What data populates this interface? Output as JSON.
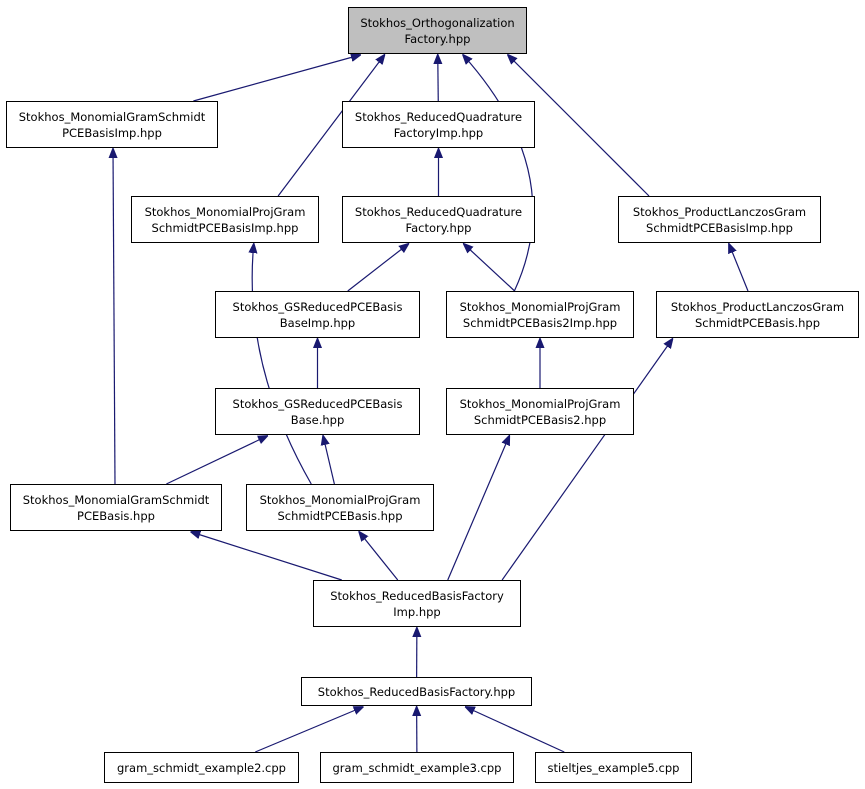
{
  "colors": {
    "edge": "#191970",
    "root_fill": "#bfbfbf",
    "node_fill": "#ffffff",
    "node_border": "#000000"
  },
  "nodes": {
    "ortho": {
      "line1": "Stokhos_Orthogonalization",
      "line2": "Factory.hpp"
    },
    "mgs_imp": {
      "line1": "Stokhos_MonomialGramSchmidt",
      "line2": "PCEBasisImp.hpp"
    },
    "rqf_imp": {
      "line1": "Stokhos_ReducedQuadrature",
      "line2": "FactoryImp.hpp"
    },
    "mpg_imp": {
      "line1": "Stokhos_MonomialProjGram",
      "line2": "SchmidtPCEBasisImp.hpp"
    },
    "rqf": {
      "line1": "Stokhos_ReducedQuadrature",
      "line2": "Factory.hpp"
    },
    "plg_imp": {
      "line1": "Stokhos_ProductLanczosGram",
      "line2": "SchmidtPCEBasisImp.hpp"
    },
    "gsr_imp": {
      "line1": "Stokhos_GSReducedPCEBasis",
      "line2": "BaseImp.hpp"
    },
    "mpg2_imp": {
      "line1": "Stokhos_MonomialProjGram",
      "line2": "SchmidtPCEBasis2Imp.hpp"
    },
    "plg": {
      "line1": "Stokhos_ProductLanczosGram",
      "line2": "SchmidtPCEBasis.hpp"
    },
    "gsr": {
      "line1": "Stokhos_GSReducedPCEBasis",
      "line2": "Base.hpp"
    },
    "mpg2": {
      "line1": "Stokhos_MonomialProjGram",
      "line2": "SchmidtPCEBasis2.hpp"
    },
    "mgs": {
      "line1": "Stokhos_MonomialGramSchmidt",
      "line2": "PCEBasis.hpp"
    },
    "mpg": {
      "line1": "Stokhos_MonomialProjGram",
      "line2": "SchmidtPCEBasis.hpp"
    },
    "rbf_imp": {
      "line1": "Stokhos_ReducedBasisFactory",
      "line2": "Imp.hpp"
    },
    "rbf": {
      "line1": "Stokhos_ReducedBasisFactory.hpp"
    },
    "gs2": {
      "line1": "gram_schmidt_example2.cpp"
    },
    "gs3": {
      "line1": "gram_schmidt_example3.cpp"
    },
    "stj": {
      "line1": "stieltjes_example5.cpp"
    }
  },
  "edges": [
    {
      "from": "mgs_imp",
      "to": "ortho"
    },
    {
      "from": "mpg_imp",
      "to": "ortho"
    },
    {
      "from": "rqf_imp",
      "to": "ortho"
    },
    {
      "from": "mpg2_imp",
      "to": "ortho"
    },
    {
      "from": "plg_imp",
      "to": "ortho"
    },
    {
      "from": "rqf",
      "to": "rqf_imp"
    },
    {
      "from": "gsr_imp",
      "to": "rqf"
    },
    {
      "from": "mpg2_imp",
      "to": "rqf"
    },
    {
      "from": "plg",
      "to": "plg_imp"
    },
    {
      "from": "gsr",
      "to": "gsr_imp"
    },
    {
      "from": "mpg2",
      "to": "mpg2_imp"
    },
    {
      "from": "mgs",
      "to": "mgs_imp"
    },
    {
      "from": "mgs",
      "to": "gsr"
    },
    {
      "from": "mpg",
      "to": "gsr"
    },
    {
      "from": "mpg",
      "to": "mpg_imp"
    },
    {
      "from": "rbf_imp",
      "to": "mgs"
    },
    {
      "from": "rbf_imp",
      "to": "mpg"
    },
    {
      "from": "rbf_imp",
      "to": "mpg2"
    },
    {
      "from": "rbf_imp",
      "to": "plg"
    },
    {
      "from": "rbf",
      "to": "rbf_imp"
    },
    {
      "from": "gs2",
      "to": "rbf"
    },
    {
      "from": "gs3",
      "to": "rbf"
    },
    {
      "from": "stj",
      "to": "rbf"
    }
  ]
}
